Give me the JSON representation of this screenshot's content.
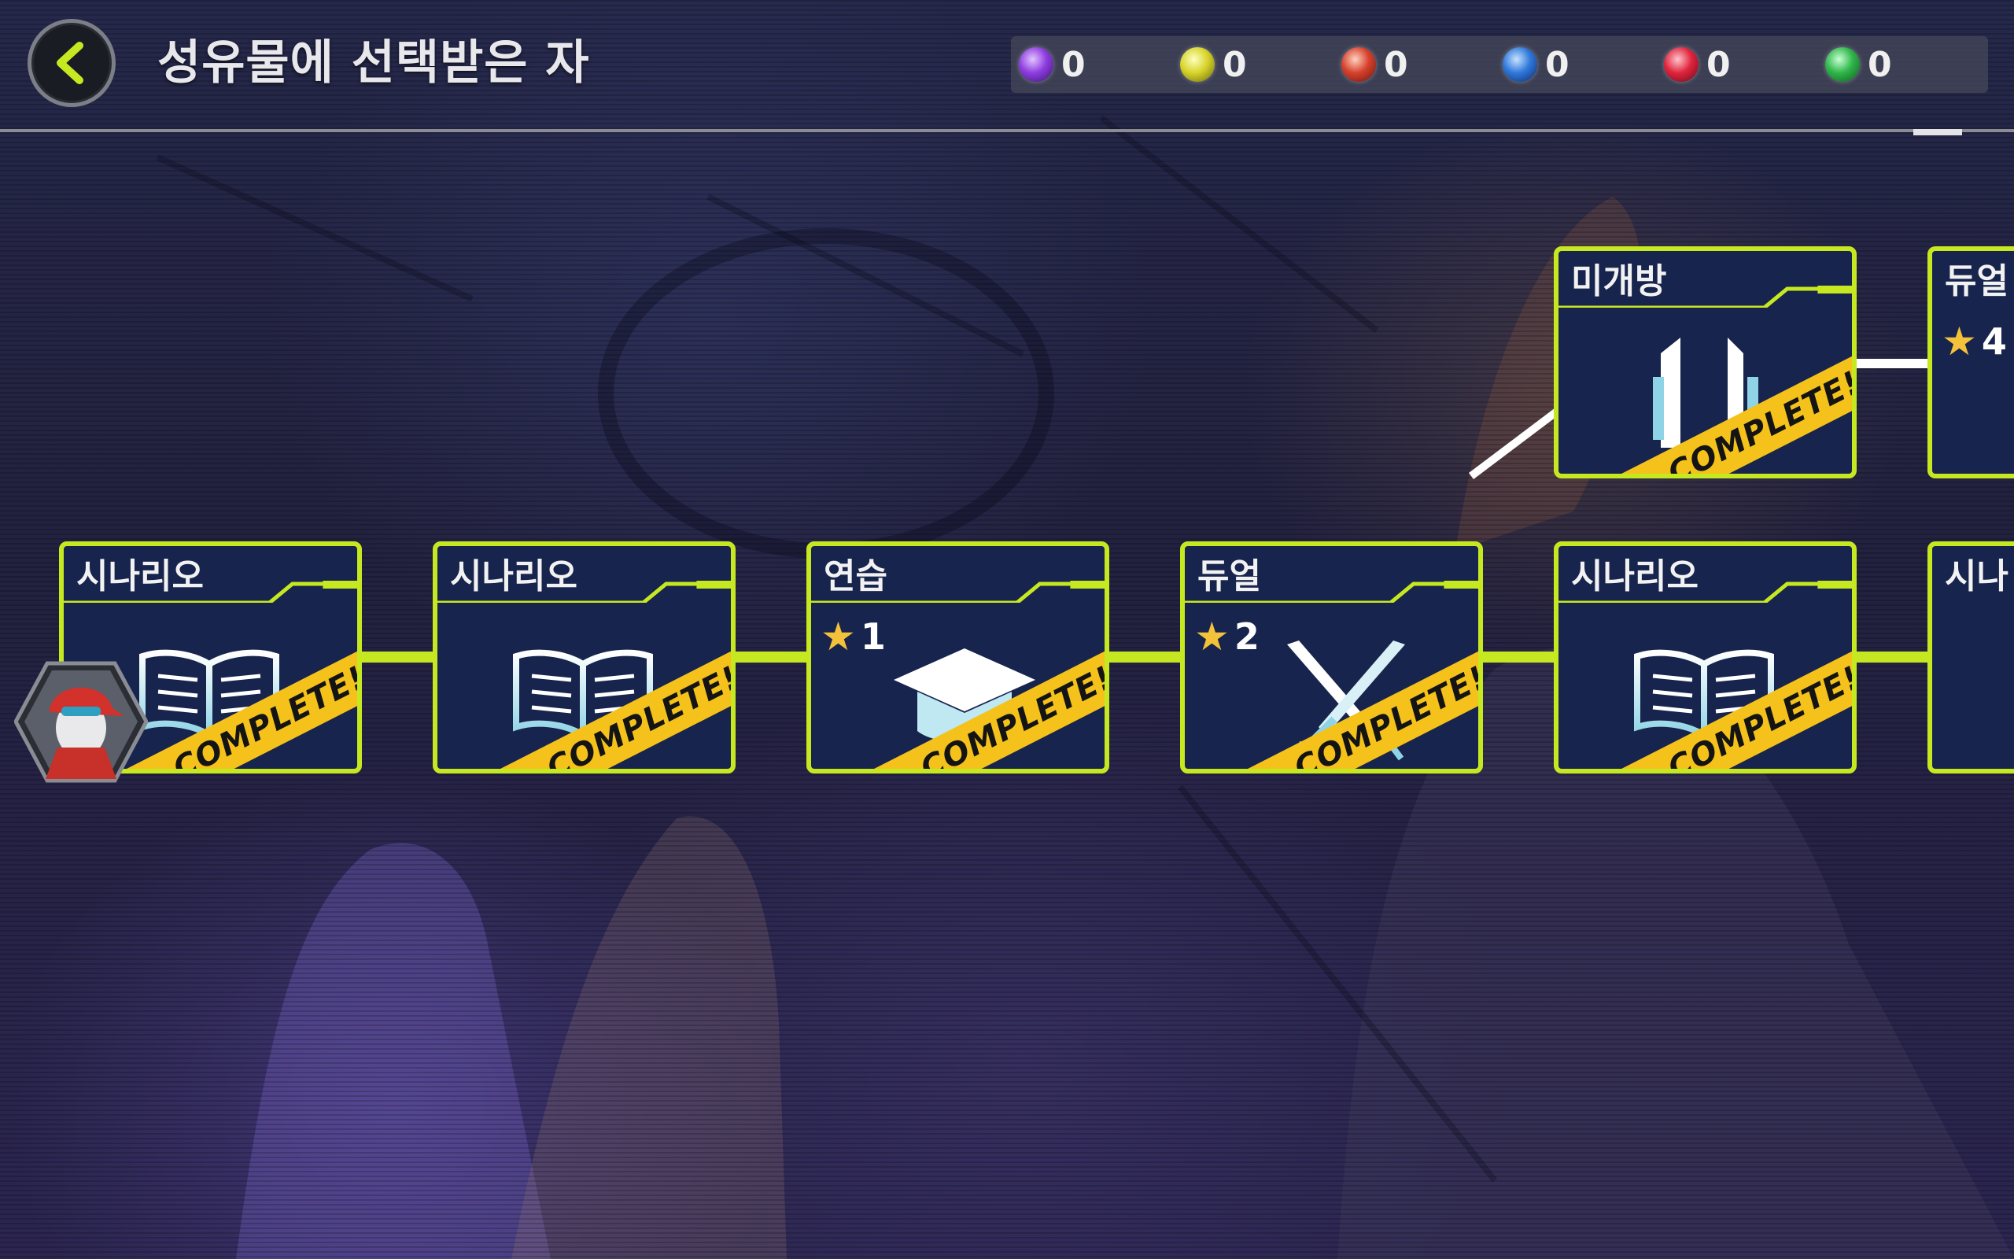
{
  "header": {
    "title": "성유물에 선택받은 자"
  },
  "currency": [
    {
      "color": "#8e3de0",
      "count": "0"
    },
    {
      "color": "#d7d42a",
      "count": "0"
    },
    {
      "color": "#d6412d",
      "count": "0"
    },
    {
      "color": "#2f78db",
      "count": "0"
    },
    {
      "color": "#e0243d",
      "count": "0"
    },
    {
      "color": "#2fb64a",
      "count": "0"
    }
  ],
  "stages": [
    {
      "type": "시나리오",
      "stars": "",
      "icon": "book-icon",
      "status": "COMPLETE!!"
    },
    {
      "type": "시나리오",
      "stars": "",
      "icon": "book-icon",
      "status": "COMPLETE!!"
    },
    {
      "type": "연습",
      "stars": "1",
      "icon": "graduation-cap-icon",
      "status": "COMPLETE!!"
    },
    {
      "type": "듀얼",
      "stars": "2",
      "icon": "crossed-swords-icon",
      "status": "COMPLETE!!"
    },
    {
      "type": "시나리오",
      "stars": "",
      "icon": "book-icon",
      "status": "COMPLETE!!"
    },
    {
      "type": "미개방",
      "stars": "",
      "icon": "locked-blades-icon",
      "status": "COMPLETE!!"
    },
    {
      "type": "듀얼",
      "stars": "4",
      "icon": "",
      "status": ""
    },
    {
      "type": "시나",
      "stars": "",
      "icon": "",
      "status": ""
    }
  ],
  "colors": {
    "accent": "#c6e821",
    "card_bg": "#17244d",
    "banner": "#f4c21b"
  }
}
